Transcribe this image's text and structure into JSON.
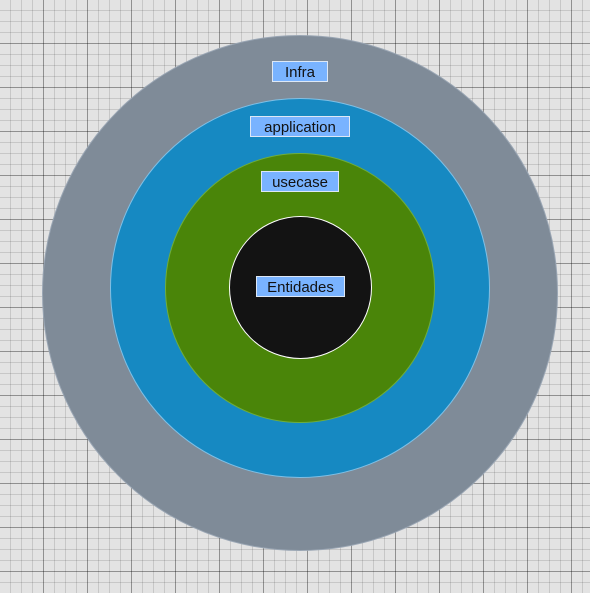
{
  "diagram": {
    "layers": [
      {
        "id": "infra",
        "label": "Infra",
        "color": "#7f8b98"
      },
      {
        "id": "application",
        "label": "application",
        "color": "#1689c2"
      },
      {
        "id": "usecase",
        "label": "usecase",
        "color": "#4a8509"
      },
      {
        "id": "entidades",
        "label": "Entidades",
        "color": "#131313"
      }
    ],
    "label_background": "#79b3ff"
  }
}
